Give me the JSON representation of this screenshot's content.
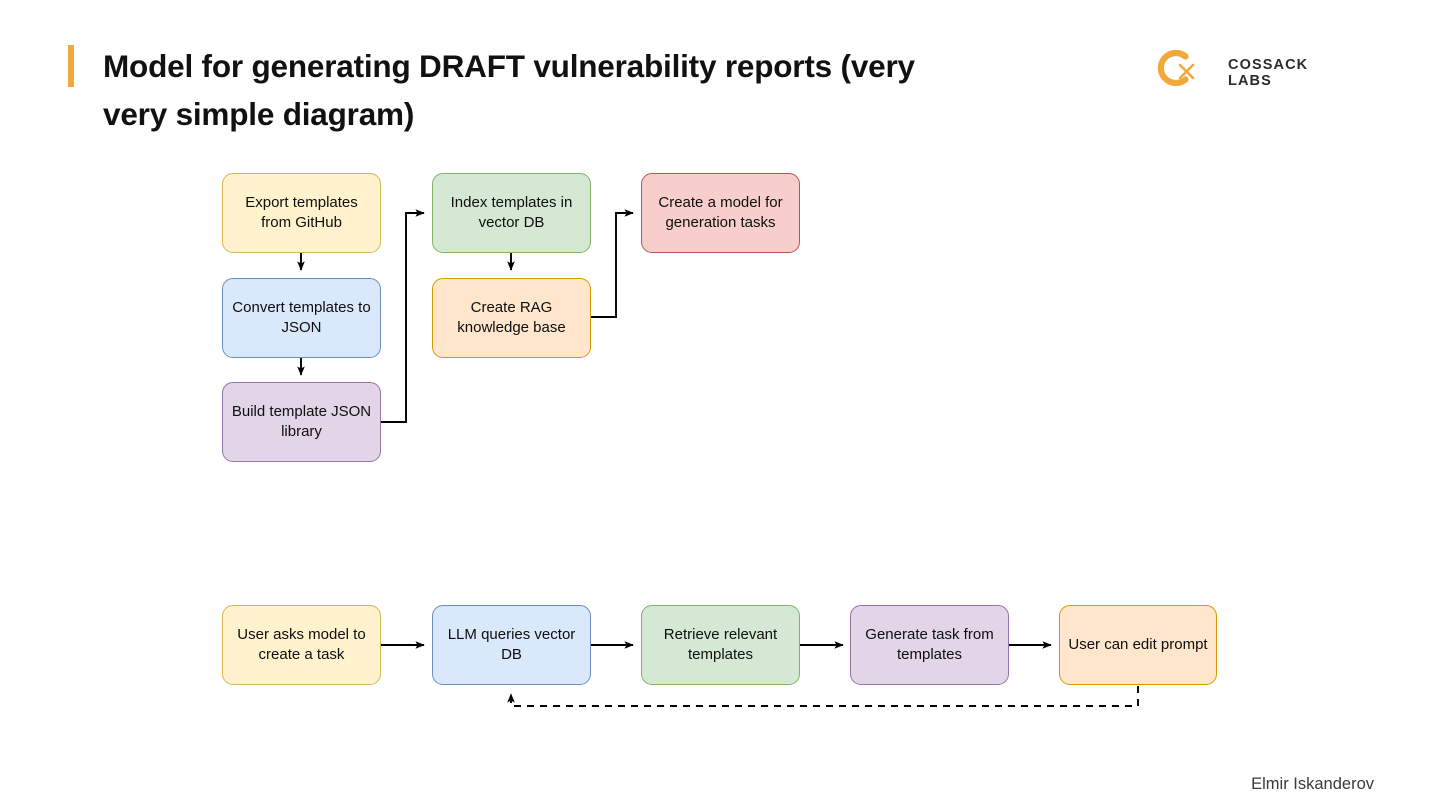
{
  "header": {
    "title": "Model for generating DRAFT vulnerability reports (very\nvery simple diagram)",
    "accent_color": "#f2a93b"
  },
  "brand": {
    "name": "COSSACK LABS",
    "mark_icon": "cossack-c-sabre-logo-icon",
    "mark_color": "#f2a93b"
  },
  "footer": {
    "author": "Elmir Iskanderov"
  },
  "diagram": {
    "type": "flowchart",
    "palette": {
      "yellow_fill": "#fff2cc",
      "yellow_stroke": "#d6b656",
      "blue_fill": "#dae8fc",
      "blue_stroke": "#6c8ebf",
      "purple_fill": "#e1d5e7",
      "purple_stroke": "#9673a6",
      "green_fill": "#d5e8d4",
      "green_stroke": "#82b366",
      "orange_fill": "#ffe6cc",
      "orange_stroke": "#d79b00",
      "red_fill": "#f8cecc",
      "red_stroke": "#b85450",
      "edge_stroke": "#000000"
    },
    "top_flow": {
      "nodes": [
        {
          "id": "export-templates",
          "label": "Export templates from GitHub",
          "color": "yellow"
        },
        {
          "id": "convert-json",
          "label": "Convert templates to JSON",
          "color": "blue"
        },
        {
          "id": "build-library",
          "label": "Build template JSON library",
          "color": "purple"
        },
        {
          "id": "index-vector-db",
          "label": "Index templates in vector DB",
          "color": "green"
        },
        {
          "id": "create-rag",
          "label": "Create RAG knowledge base",
          "color": "orange"
        },
        {
          "id": "create-model",
          "label": "Create a model for generation tasks",
          "color": "red"
        }
      ],
      "edges": [
        {
          "from": "export-templates",
          "to": "convert-json",
          "style": "solid"
        },
        {
          "from": "convert-json",
          "to": "build-library",
          "style": "solid"
        },
        {
          "from": "build-library",
          "to": "index-vector-db",
          "style": "solid"
        },
        {
          "from": "index-vector-db",
          "to": "create-rag",
          "style": "solid"
        },
        {
          "from": "create-rag",
          "to": "create-model",
          "style": "solid"
        }
      ]
    },
    "bottom_flow": {
      "nodes": [
        {
          "id": "user-asks",
          "label": "User asks model to create a task",
          "color": "yellow"
        },
        {
          "id": "llm-queries",
          "label": "LLM queries vector DB",
          "color": "blue"
        },
        {
          "id": "retrieve",
          "label": "Retrieve relevant templates",
          "color": "green"
        },
        {
          "id": "generate-task",
          "label": "Generate task from templates",
          "color": "purple"
        },
        {
          "id": "user-edit-prompt",
          "label": "User can edit prompt",
          "color": "orange"
        }
      ],
      "edges": [
        {
          "from": "user-asks",
          "to": "llm-queries",
          "style": "solid"
        },
        {
          "from": "llm-queries",
          "to": "retrieve",
          "style": "solid"
        },
        {
          "from": "retrieve",
          "to": "generate-task",
          "style": "solid"
        },
        {
          "from": "generate-task",
          "to": "user-edit-prompt",
          "style": "solid"
        },
        {
          "from": "user-edit-prompt",
          "to": "llm-queries",
          "style": "dashed"
        }
      ]
    }
  }
}
